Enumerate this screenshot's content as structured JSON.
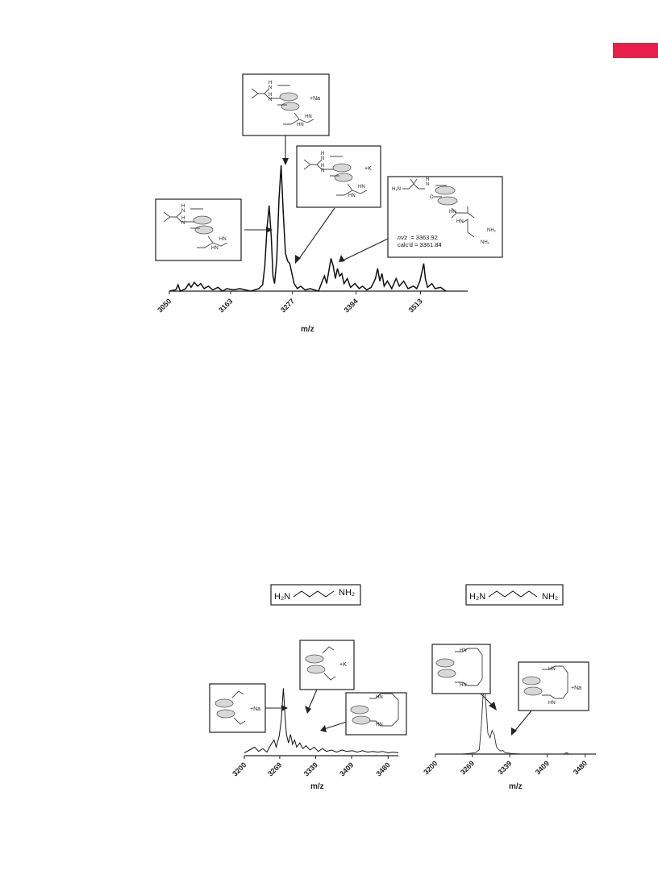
{
  "page": {
    "accent_color": "#e8204a"
  },
  "chart_data": [
    {
      "type": "line",
      "xlabel": "m/z",
      "xticks": [
        3050,
        3163,
        3277,
        3394,
        3513
      ],
      "xlim": [
        3050,
        3600
      ],
      "ylim": [
        0,
        1
      ],
      "grid": false,
      "series": [
        {
          "points": [
            [
              3050,
              0.0
            ],
            [
              3062,
              0.01
            ],
            [
              3066,
              0.05
            ],
            [
              3070,
              0.0
            ],
            [
              3080,
              0.02
            ],
            [
              3086,
              0.06
            ],
            [
              3090,
              0.03
            ],
            [
              3096,
              0.07
            ],
            [
              3102,
              0.04
            ],
            [
              3108,
              0.06
            ],
            [
              3114,
              0.02
            ],
            [
              3122,
              0.04
            ],
            [
              3130,
              0.01
            ],
            [
              3140,
              0.03
            ],
            [
              3148,
              0.0
            ],
            [
              3156,
              0.02
            ],
            [
              3168,
              0.01
            ],
            [
              3180,
              0.02
            ],
            [
              3200,
              0.0
            ],
            [
              3215,
              0.02
            ],
            [
              3222,
              0.05
            ],
            [
              3226,
              0.2
            ],
            [
              3230,
              0.5
            ],
            [
              3234,
              0.68
            ],
            [
              3238,
              0.42
            ],
            [
              3241,
              0.12
            ],
            [
              3244,
              0.06
            ],
            [
              3248,
              0.25
            ],
            [
              3252,
              0.72
            ],
            [
              3256,
              1.0
            ],
            [
              3260,
              0.62
            ],
            [
              3264,
              0.3
            ],
            [
              3268,
              0.24
            ],
            [
              3272,
              0.22
            ],
            [
              3276,
              0.14
            ],
            [
              3280,
              0.06
            ],
            [
              3286,
              0.02
            ],
            [
              3292,
              0.04
            ],
            [
              3300,
              0.01
            ],
            [
              3310,
              0.02
            ],
            [
              3325,
              0.0
            ],
            [
              3332,
              0.08
            ],
            [
              3336,
              0.12
            ],
            [
              3340,
              0.06
            ],
            [
              3344,
              0.16
            ],
            [
              3348,
              0.26
            ],
            [
              3352,
              0.2
            ],
            [
              3356,
              0.1
            ],
            [
              3360,
              0.18
            ],
            [
              3364,
              0.12
            ],
            [
              3368,
              0.14
            ],
            [
              3372,
              0.06
            ],
            [
              3378,
              0.1
            ],
            [
              3384,
              0.03
            ],
            [
              3392,
              0.06
            ],
            [
              3400,
              0.02
            ],
            [
              3406,
              0.04
            ],
            [
              3414,
              0.01
            ],
            [
              3422,
              0.03
            ],
            [
              3430,
              0.1
            ],
            [
              3434,
              0.18
            ],
            [
              3438,
              0.08
            ],
            [
              3442,
              0.14
            ],
            [
              3446,
              0.04
            ],
            [
              3452,
              0.08
            ],
            [
              3460,
              0.02
            ],
            [
              3468,
              0.1
            ],
            [
              3474,
              0.04
            ],
            [
              3482,
              0.08
            ],
            [
              3490,
              0.02
            ],
            [
              3500,
              0.04
            ],
            [
              3506,
              0.02
            ],
            [
              3512,
              0.08
            ],
            [
              3516,
              0.16
            ],
            [
              3519,
              0.22
            ],
            [
              3522,
              0.1
            ],
            [
              3526,
              0.03
            ],
            [
              3534,
              0.06
            ],
            [
              3540,
              0.02
            ],
            [
              3550,
              0.03
            ],
            [
              3560,
              0.0
            ]
          ]
        }
      ],
      "annotations": {
        "peak_na": {
          "label": "+Na",
          "amine": [
            "H",
            "N",
            "H",
            "N",
            "HN",
            "HN"
          ]
        },
        "peak_k": {
          "label": "+K",
          "amine": [
            "H",
            "N",
            "H",
            "N",
            "HN",
            "HN"
          ]
        },
        "peak_left": {
          "amine": [
            "H",
            "N",
            "H",
            "N",
            "HN",
            "HN"
          ]
        },
        "peak_right": {
          "labels": [
            "H₂N",
            "N",
            "H",
            "O",
            "HN",
            "HN",
            "NH₂",
            "NH₂"
          ],
          "mz_label": "m/z",
          "mz_value": "= 3363.92",
          "calc_label": "calc'd = 3361.84"
        }
      }
    },
    {
      "type": "line",
      "xlabel": "m/z",
      "xticks": [
        3200,
        3269,
        3339,
        3409,
        3480
      ],
      "xlim": [
        3200,
        3500
      ],
      "ylim": [
        0,
        1
      ],
      "grid": false,
      "reagent": {
        "left": "H₂N",
        "right": "NH₂"
      },
      "series": [
        {
          "points": [
            [
              3200,
              0.04
            ],
            [
              3210,
              0.08
            ],
            [
              3220,
              0.12
            ],
            [
              3228,
              0.06
            ],
            [
              3236,
              0.1
            ],
            [
              3244,
              0.05
            ],
            [
              3252,
              0.16
            ],
            [
              3258,
              0.22
            ],
            [
              3262,
              0.12
            ],
            [
              3268,
              0.28
            ],
            [
              3272,
              0.5
            ],
            [
              3276,
              0.95
            ],
            [
              3279,
              0.6
            ],
            [
              3282,
              0.3
            ],
            [
              3286,
              0.18
            ],
            [
              3290,
              0.3
            ],
            [
              3294,
              0.16
            ],
            [
              3298,
              0.22
            ],
            [
              3302,
              0.12
            ],
            [
              3308,
              0.18
            ],
            [
              3314,
              0.1
            ],
            [
              3320,
              0.14
            ],
            [
              3328,
              0.08
            ],
            [
              3336,
              0.12
            ],
            [
              3344,
              0.06
            ],
            [
              3352,
              0.1
            ],
            [
              3360,
              0.06
            ],
            [
              3370,
              0.08
            ],
            [
              3380,
              0.05
            ],
            [
              3390,
              0.08
            ],
            [
              3400,
              0.06
            ],
            [
              3410,
              0.07
            ],
            [
              3420,
              0.05
            ],
            [
              3430,
              0.07
            ],
            [
              3440,
              0.05
            ],
            [
              3450,
              0.06
            ],
            [
              3460,
              0.05
            ],
            [
              3470,
              0.06
            ],
            [
              3480,
              0.04
            ],
            [
              3490,
              0.05
            ],
            [
              3500,
              0.04
            ]
          ]
        }
      ],
      "annotations": {
        "peak_na": {
          "label": "+Na"
        },
        "peak_k": {
          "label": "+K"
        },
        "peak_macro": {
          "labels": [
            "HN",
            "HN"
          ]
        }
      }
    },
    {
      "type": "line",
      "xlabel": "m/z",
      "xticks": [
        3200,
        3269,
        3339,
        3409,
        3480
      ],
      "xlim": [
        3200,
        3500
      ],
      "ylim": [
        0,
        1
      ],
      "grid": false,
      "reagent": {
        "left": "H₂N",
        "right": "NH₂"
      },
      "series": [
        {
          "points": [
            [
              3200,
              0.0
            ],
            [
              3250,
              0.0
            ],
            [
              3265,
              0.01
            ],
            [
              3275,
              0.02
            ],
            [
              3282,
              0.06
            ],
            [
              3286,
              0.4
            ],
            [
              3289,
              0.78
            ],
            [
              3292,
              0.92
            ],
            [
              3295,
              0.6
            ],
            [
              3298,
              0.28
            ],
            [
              3302,
              0.22
            ],
            [
              3306,
              0.32
            ],
            [
              3310,
              0.26
            ],
            [
              3314,
              0.1
            ],
            [
              3318,
              0.06
            ],
            [
              3322,
              0.04
            ],
            [
              3326,
              0.05
            ],
            [
              3330,
              0.02
            ],
            [
              3340,
              0.01
            ],
            [
              3360,
              0.0
            ],
            [
              3440,
              0.0
            ],
            [
              3445,
              0.02
            ],
            [
              3450,
              0.0
            ],
            [
              3500,
              0.0
            ]
          ]
        }
      ],
      "annotations": {
        "peak_main": {
          "labels": [
            "HN",
            "HN"
          ]
        },
        "peak_na": {
          "label": "+Na",
          "labels": [
            "HN",
            "HN"
          ]
        }
      }
    }
  ]
}
